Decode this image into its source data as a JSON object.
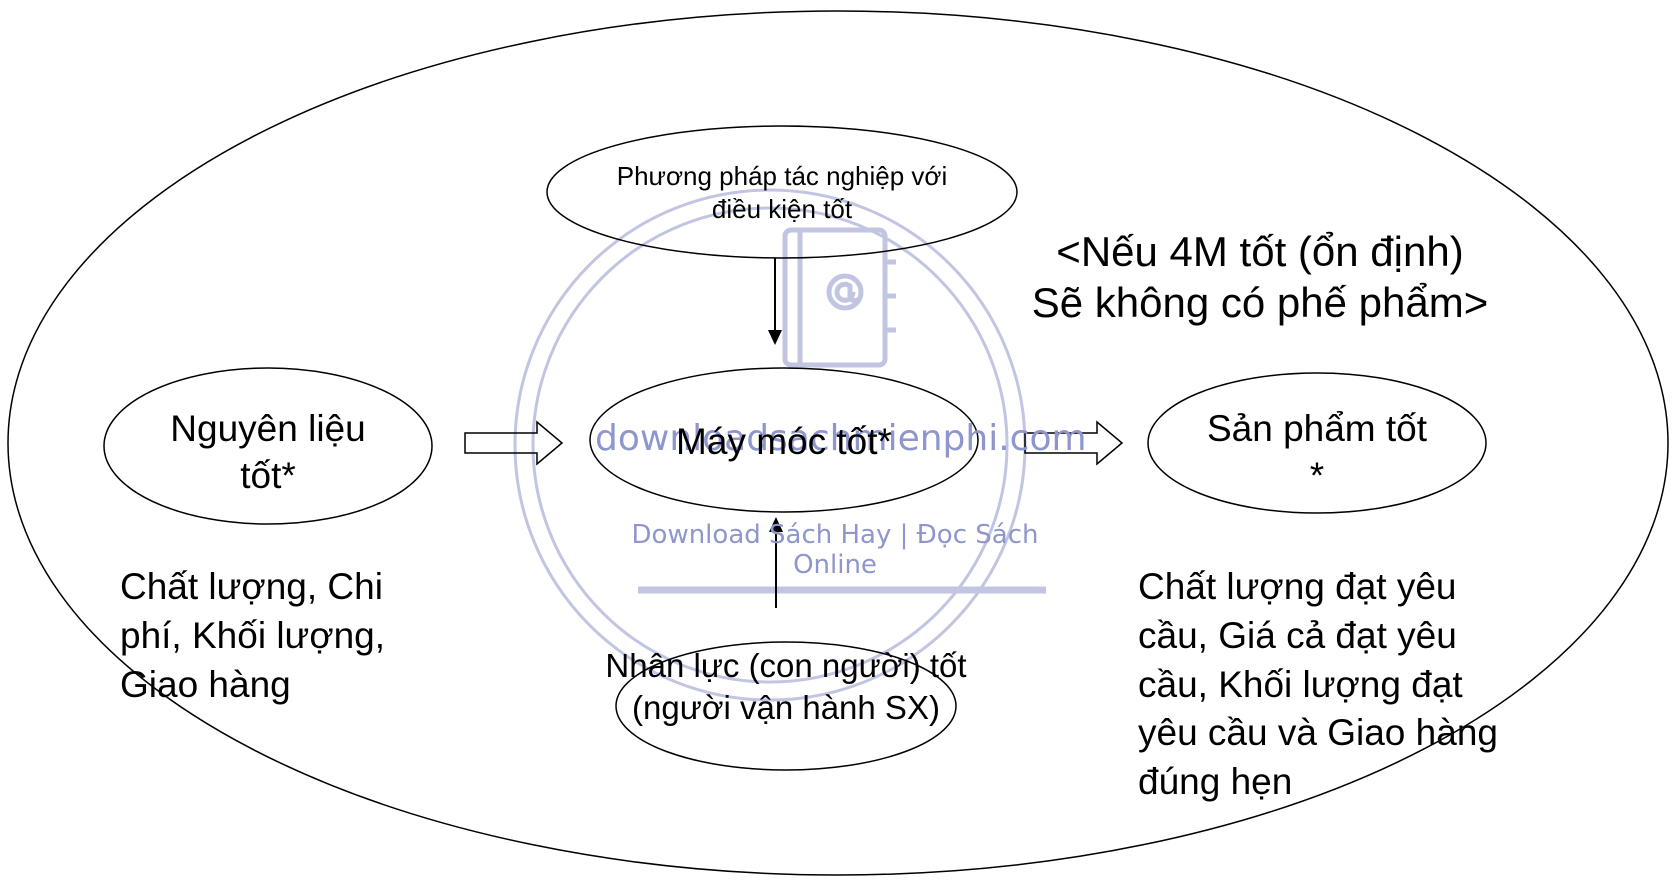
{
  "diagram": {
    "nodes": {
      "method": "Phương pháp tác nghiệp với\nđiều kiện tốt",
      "material": "Nguyên liệu\ntốt*",
      "machine": "Máy móc tốt*",
      "product": "Sản phẩm tốt\n*",
      "manpower": "Nhân lực (con người)  tốt\n(người vận hành SX)"
    },
    "notes": {
      "condition": "<Nếu 4M tốt (ổn định)\nSẽ không có phế phẩm>",
      "material_criteria": "Chất lượng, Chi\nphí, Khối lượng,\nGiao hàng",
      "product_criteria": "Chất lượng đạt yêu\ncầu, Giá cả đạt yêu\ncầu, Khối lượng đạt\nyêu cầu và Giao hàng\nđúng hẹn"
    },
    "edges": [
      {
        "from": "material",
        "to": "machine",
        "style": "hollow-arrow"
      },
      {
        "from": "machine",
        "to": "product",
        "style": "hollow-arrow"
      },
      {
        "from": "method",
        "to": "machine",
        "style": "line-arrow"
      },
      {
        "from": "manpower",
        "to": "machine",
        "style": "line-arrow"
      }
    ]
  },
  "watermark": {
    "site": "downloadsachmienphi.com",
    "tagline": "Download Sách Hay | Đọc Sách Online",
    "icon": "address-book-icon",
    "color": "#8f96cc"
  }
}
